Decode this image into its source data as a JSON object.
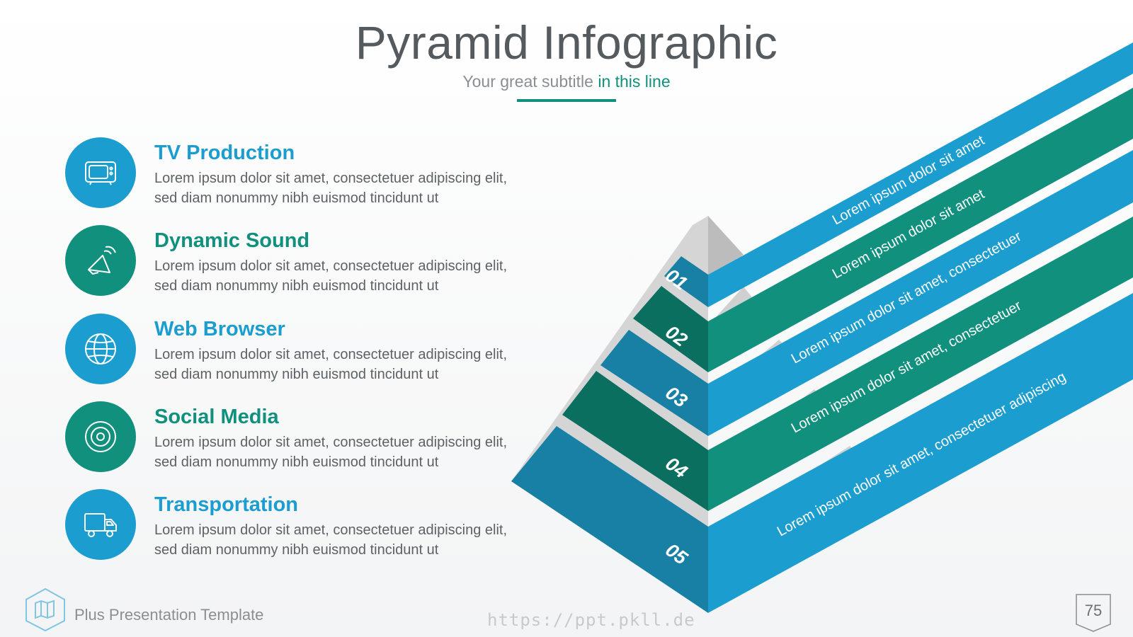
{
  "header": {
    "title": "Pyramid Infographic",
    "subtitle_plain": "Your great subtitle",
    "subtitle_accent": "in this line"
  },
  "colors": {
    "blue": "#1b9dd0",
    "teal": "#11907e",
    "dark_blue": "#187fa5",
    "dark_teal": "#0b6f5f",
    "gray_shadow": "#c8c8c8",
    "text_gray": "#5d6266"
  },
  "items": [
    {
      "title": "TV Production",
      "desc": "Lorem ipsum dolor sit amet, consectetuer adipiscing elit, sed diam nonummy nibh euismod tincidunt ut",
      "icon": "tv-icon",
      "color": "#1b9dd0"
    },
    {
      "title": "Dynamic Sound",
      "desc": "Lorem ipsum dolor sit amet, consectetuer adipiscing elit, sed diam nonummy nibh euismod tincidunt ut",
      "icon": "speaker-icon",
      "color": "#11907e"
    },
    {
      "title": "Web Browser",
      "desc": "Lorem ipsum dolor sit amet, consectetuer adipiscing elit, sed diam nonummy nibh euismod tincidunt ut",
      "icon": "globe-icon",
      "color": "#1b9dd0"
    },
    {
      "title": "Social Media",
      "desc": "Lorem ipsum dolor sit amet, consectetuer adipiscing elit, sed diam nonummy nibh euismod tincidunt ut",
      "icon": "disc-icon",
      "color": "#11907e"
    },
    {
      "title": "Transportation",
      "desc": "Lorem ipsum dolor sit amet, consectetuer adipiscing elit, sed diam nonummy nibh euismod tincidunt ut",
      "icon": "truck-icon",
      "color": "#1b9dd0"
    }
  ],
  "pyramid": {
    "levels": [
      {
        "number": "01",
        "text": "Lorem ipsum dolor sit amet"
      },
      {
        "number": "02",
        "text": "Lorem ipsum dolor sit amet"
      },
      {
        "number": "03",
        "text": "Lorem ipsum dolor sit amet, consectetuer"
      },
      {
        "number": "04",
        "text": "Lorem ipsum dolor sit amet, consectetuer"
      },
      {
        "number": "05",
        "text": "Lorem ipsum dolor sit amet, consectetuer adipiscing"
      }
    ]
  },
  "footer": {
    "brand": "Plus Presentation Template",
    "watermark": "https://ppt.pkll.de",
    "page_number": "75",
    "logo_icon": "map-icon"
  }
}
